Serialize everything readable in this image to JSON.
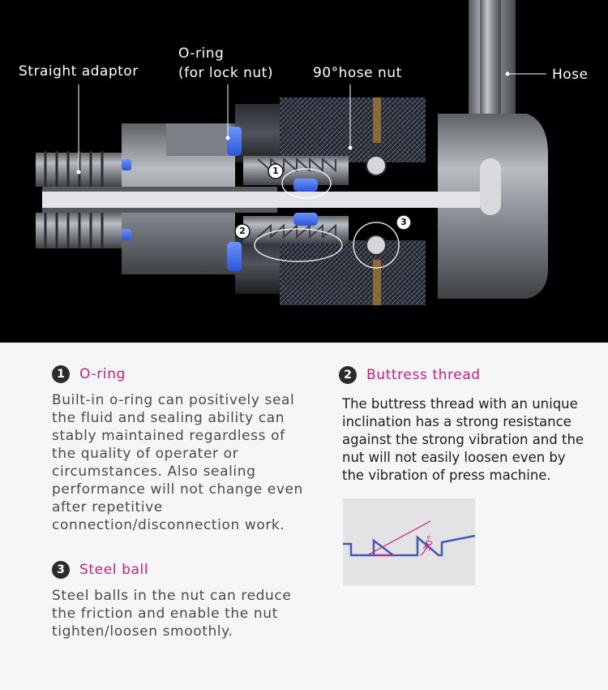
{
  "hero": {
    "callouts": {
      "straight_adaptor": "Straight adaptor",
      "oring_lock_nut_line1": "O-ring",
      "oring_lock_nut_line2": "(for lock nut)",
      "hose_nut": "90°hose nut",
      "hose": "Hose"
    },
    "markers": {
      "m1": "1",
      "m2": "2",
      "m3": "3"
    }
  },
  "sections": {
    "oring": {
      "number": "1",
      "title": "O-ring",
      "body": "Built-in o-ring can positively seal the fluid and sealing ability can stably maintained regardless of the quality of operater or circumstances. Also sealing performance will not change even after repetitive connection/disconnection work."
    },
    "buttress": {
      "number": "2",
      "title": "Buttress thread",
      "body": "The buttress thread with an unique inclination has a strong resistance against the strong vibration and the nut will not easily loosen even by the vibration of press machine.",
      "angle_label": "30°"
    },
    "steel_ball": {
      "number": "3",
      "title": "Steel ball",
      "body": "Steel balls in the nut can reduce the friction and enable the nut tighten/loosen smoothly."
    }
  },
  "colors": {
    "accent": "#c81e7b",
    "oring_blue": "#3a6cf0",
    "thread_line": "#3b5bb5"
  }
}
